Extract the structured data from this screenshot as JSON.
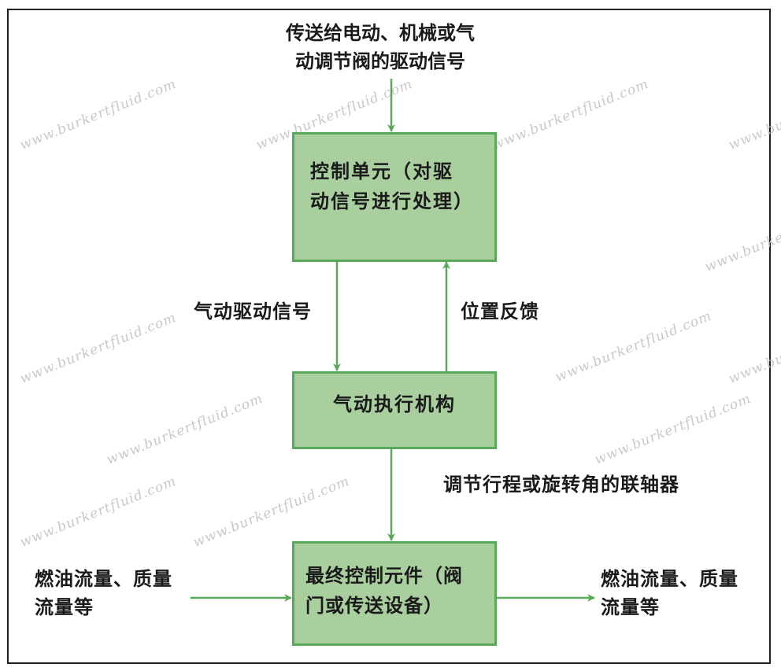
{
  "input_signal": [
    "传送给电动、机械或气",
    "动调节阀的驱动信号"
  ],
  "control_unit": [
    "控制单元（对驱",
    "动信号进行处理）"
  ],
  "pneumatic_signal": "气动驱动信号",
  "position_feedback": "位置反馈",
  "actuator": "气动执行机构",
  "coupling": "调节行程或旋转角的联轴器",
  "final_element": [
    "最终控制元件（阀",
    "门或传送设备）"
  ],
  "input_flow": [
    "燃油流量、质量",
    "流量等"
  ],
  "output_flow": [
    "燃油流量、质量",
    "流量等"
  ],
  "watermark": "www.burkertfluid.com",
  "colors": {
    "box_fill": "#a9cf9f",
    "box_border": "#5aa85a",
    "arrow": "#5aa85a"
  }
}
